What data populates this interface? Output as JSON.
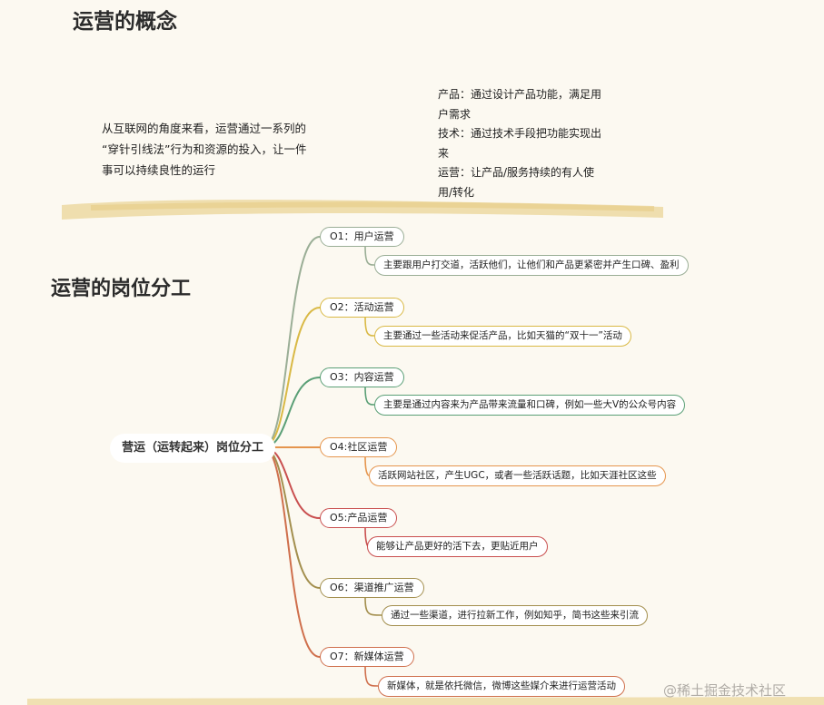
{
  "section1": {
    "title": "运营的概念",
    "concept": [
      "从互联网的角度来看，运营通过一系列的",
      "“穿针引线法”行为和资源的投入，让一件",
      "事可以持续良性的运行"
    ],
    "definitions": [
      "产品：通过设计产品功能，满足用",
      "户需求",
      "技术：通过技术手段把功能实现出",
      "来",
      "运营：让产品/服务持续的有人使",
      "用/转化"
    ]
  },
  "section2": {
    "title": "运营的岗位分工",
    "root": "营运（运转起来）岗位分工",
    "branches": [
      {
        "label": "O1：用户运营",
        "desc": "主要跟用户打交道，活跃他们，让他们和产品更紧密并产生口碑、盈利",
        "color": "#9aae96"
      },
      {
        "label": "O2：活动运营",
        "desc": "主要通过一些活动来促活产品，比如天猫的“双十一”活动",
        "color": "#d9b945"
      },
      {
        "label": "O3：内容运营",
        "desc": "主要是通过内容来为产品带来流量和口碑，例如一些大V的公众号内容",
        "color": "#5a9f76"
      },
      {
        "label": "O4:社区运营",
        "desc": "活跃网站社区，产生UGC，或者一些活跃话题，比如天涯社区这些",
        "color": "#e5954d"
      },
      {
        "label": "O5:产品运营",
        "desc": "能够让产品更好的活下去，更贴近用户",
        "color": "#c94f4f"
      },
      {
        "label": "O6：渠道推广运营",
        "desc": "通过一些渠道，进行拉新工作，例如知乎，简书这些来引流",
        "color": "#a38f4e"
      },
      {
        "label": "O7：新媒体运营",
        "desc": "新媒体，就是依托微信，微博这些媒介来进行运营活动",
        "color": "#cf6f4c"
      }
    ]
  },
  "watermark": "@稀土掘金技术社区"
}
